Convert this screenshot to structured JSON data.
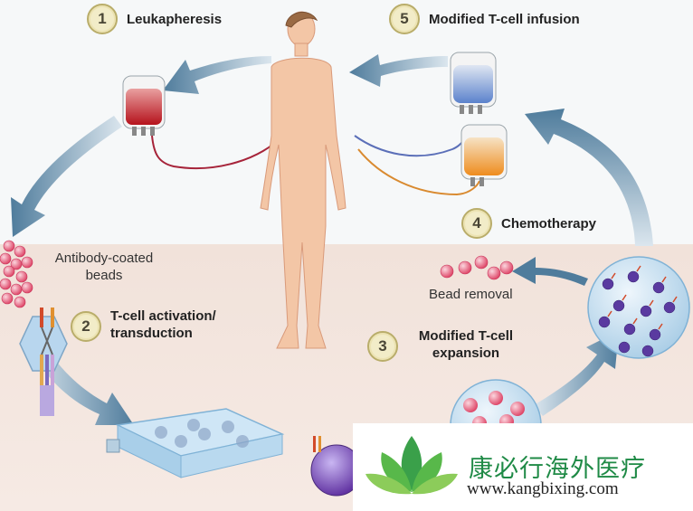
{
  "steps": [
    {
      "number": "1",
      "label": "Leukapheresis"
    },
    {
      "number": "2",
      "label": "T-cell activation/ transduction"
    },
    {
      "number": "3",
      "label": "Modified T-cell expansion"
    },
    {
      "number": "4",
      "label": "Chemotherapy"
    },
    {
      "number": "5",
      "label": "Modified T-cell infusion"
    }
  ],
  "labels": {
    "antibody_beads": "Antibody-coated beads",
    "bead_removal": "Bead removal"
  },
  "watermark": {
    "name": "康必行海外医疗",
    "url": "www.kangbixing.com"
  },
  "colors": {
    "arrow": "#5f8aa6",
    "blood_bag": "#c0242c",
    "tcell_bag": "#6a8fd0",
    "chemo_bag": "#f0962e",
    "bead": "#e04a6a",
    "body": "#f3c6a6",
    "brand_green": "#1f8a46"
  }
}
